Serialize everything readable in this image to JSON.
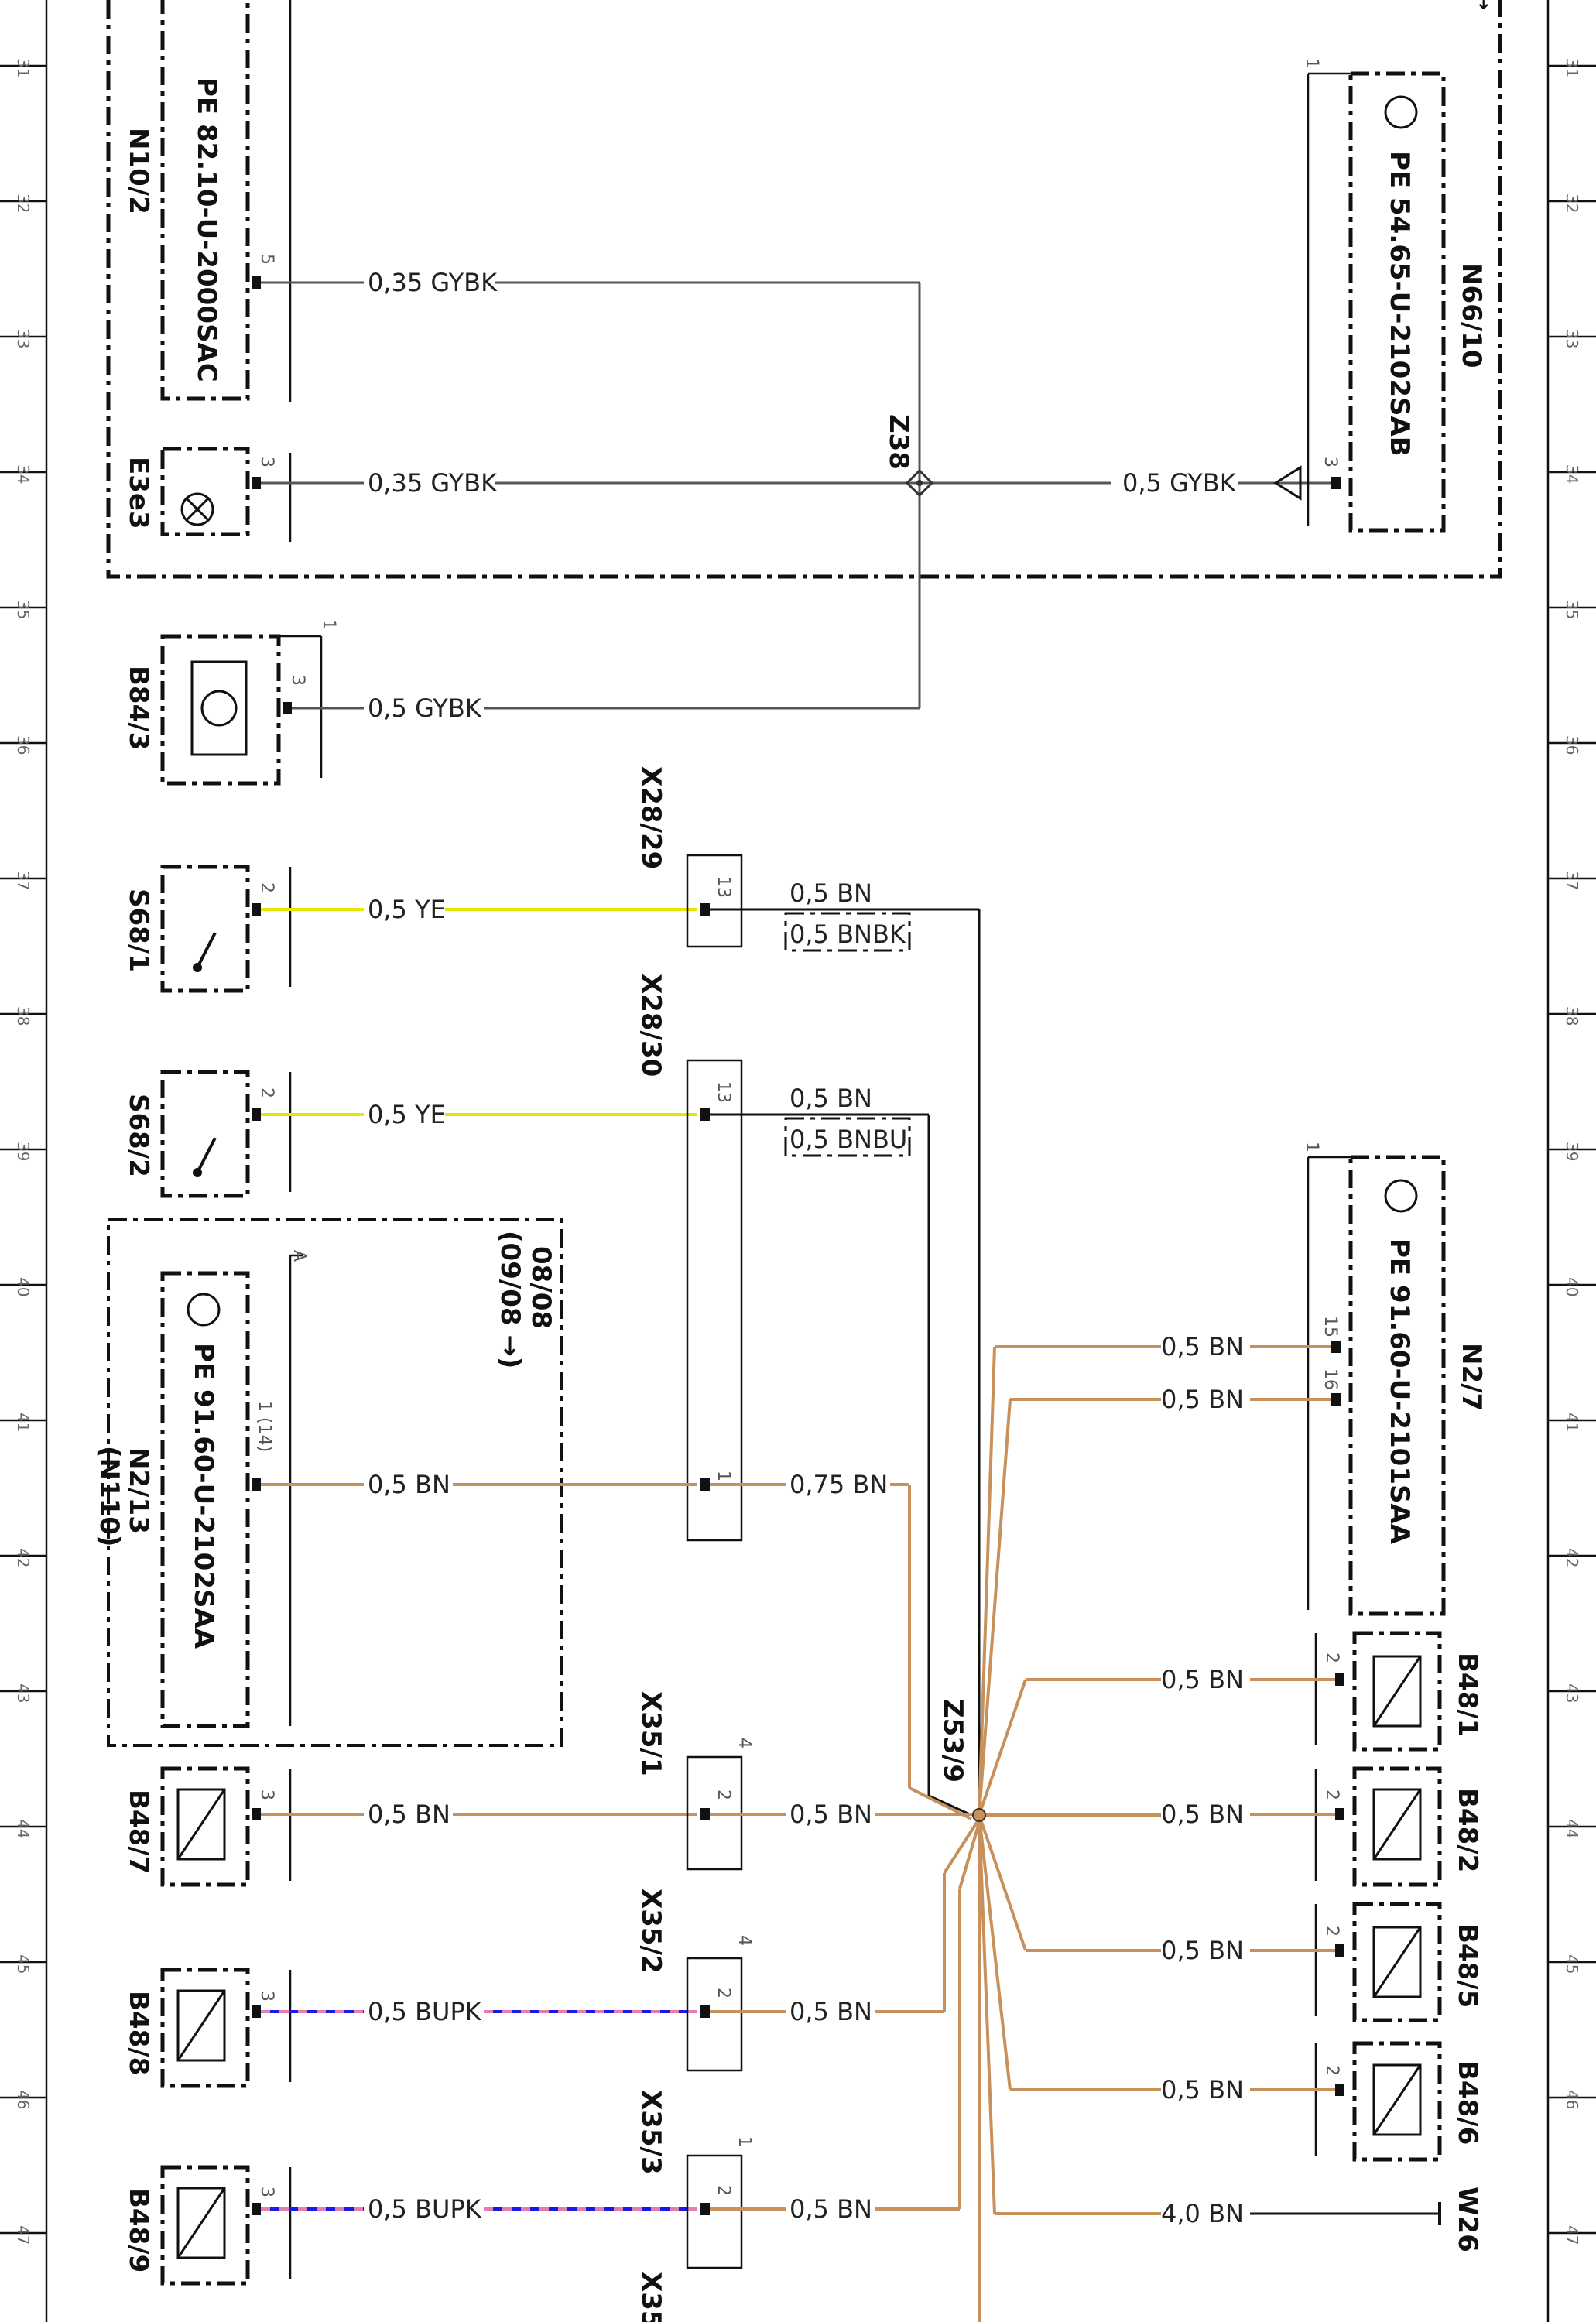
{
  "grid_numbers": [
    "31",
    "32",
    "33",
    "34",
    "35",
    "36",
    "37",
    "38",
    "39",
    "40",
    "41",
    "42",
    "43",
    "44",
    "45",
    "46",
    "47"
  ],
  "components": {
    "n10_2": {
      "id": "N10/2",
      "ref": "PE 82.10-U-2000SAC",
      "pin": "5"
    },
    "e3e3": {
      "id": "E3e3",
      "pin": "3"
    },
    "b84_3": {
      "id": "B84/3",
      "pin": "3",
      "corner": "1"
    },
    "s68_1": {
      "id": "S68/1",
      "pin": "2"
    },
    "s68_2": {
      "id": "S68/2",
      "pin": "2"
    },
    "n2_13": {
      "id": "N2/13",
      "alt": "(N110)",
      "ref": "PE 91.60-U-2102SAA",
      "pin": "1 (14)",
      "corner": "A",
      "note1": "08/08",
      "note2": "(09/08 →)"
    },
    "b48_7": {
      "id": "B48/7",
      "pin": "3"
    },
    "b48_8": {
      "id": "B48/8",
      "pin": "3"
    },
    "b48_9": {
      "id": "B48/9",
      "pin": "3"
    },
    "n66_10": {
      "id": "N66/10",
      "ref": "PE 54.65-U-2102SAB",
      "pin": "3",
      "corner": "1"
    },
    "n2_7": {
      "id": "N2/7",
      "ref": "PE 91.60-U-2101SAA",
      "pin1": "15",
      "pin2": "16",
      "corner": "1"
    },
    "b48_1": {
      "id": "B48/1",
      "pin": "2"
    },
    "b48_2": {
      "id": "B48/2",
      "pin": "2"
    },
    "b48_5": {
      "id": "B48/5",
      "pin": "2"
    },
    "b48_6": {
      "id": "B48/6",
      "pin": "2"
    },
    "w26": {
      "id": "W26"
    }
  },
  "connectors": {
    "x28_29": {
      "id": "X28/29",
      "pin": "13"
    },
    "x28_30": {
      "id": "X28/30",
      "pin1": "13",
      "pin2": "1"
    },
    "x35_1": {
      "id": "X35/1",
      "pin": "2",
      "corner": "4"
    },
    "x35_2": {
      "id": "X35/2",
      "pin": "2",
      "corner": "4"
    },
    "x35_3": {
      "id": "X35/3",
      "pin": "2",
      "corner": "1"
    },
    "x35_cut": {
      "id": "X35"
    }
  },
  "splices": {
    "z38": "Z38",
    "z53_9": "Z53/9"
  },
  "wires": {
    "n10_2_out": "0,35 GYBK",
    "e3e3_out": "0,35 GYBK",
    "n66_10_out": "0,5 GYBK",
    "b84_3_out": "0,5 GYBK",
    "s68_1_out": "0,5 YE",
    "x28_29_out": "0,5 BN",
    "x28_29_alt": "0,5 BNBK",
    "s68_2_out": "0,5 YE",
    "x28_30_out": "0,5 BN",
    "x28_30_alt": "0,5 BNBU",
    "n2_13_out": "0,5 BN",
    "x28_30_pin1_out": "0,75 BN",
    "b48_7_out": "0,5 BN",
    "x35_1_out": "0,5 BN",
    "b48_8_out": "0,5 BUPK",
    "x35_2_out": "0,5 BN",
    "b48_9_out": "0,5 BUPK",
    "x35_3_out": "0,5 BN",
    "n2_7_15": "0,5 BN",
    "n2_7_16": "0,5 BN",
    "b48_1_in": "0,5 BN",
    "b48_2_in": "0,5 BN",
    "b48_5_in": "0,5 BN",
    "b48_6_in": "0,5 BN",
    "w26_in": "4,0 BN"
  },
  "colors": {
    "brown": "#c8905a",
    "yellow": "#e6e600",
    "gray": "#555555",
    "blue": "#1a1ae6",
    "pink": "#e37fb0"
  }
}
